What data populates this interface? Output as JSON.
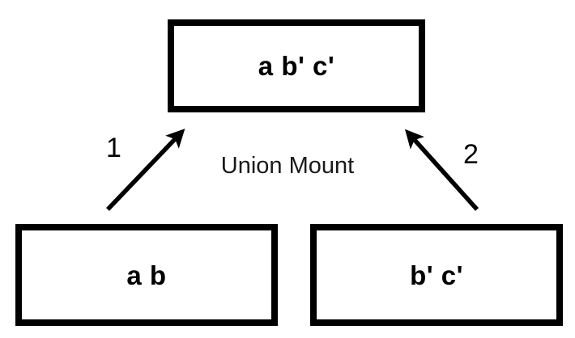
{
  "diagram": {
    "title": "Union Mount",
    "caption": "Union Mount",
    "background_color": "#ffffff",
    "stroke_color": "#000000",
    "nodes": [
      {
        "id": "top",
        "label": "a b' c'",
        "position": "top-center",
        "role": "result"
      },
      {
        "id": "bottom-left",
        "label": "a b",
        "position": "bottom-left",
        "role": "source"
      },
      {
        "id": "bottom-right",
        "label": "b' c'",
        "position": "bottom-right",
        "role": "source"
      }
    ],
    "edges": [
      {
        "id": "edge-1",
        "label": "1",
        "from": "bottom-left",
        "to": "top",
        "direction": "up-right"
      },
      {
        "id": "edge-2",
        "label": "2",
        "from": "bottom-right",
        "to": "top",
        "direction": "up-left"
      }
    ]
  }
}
